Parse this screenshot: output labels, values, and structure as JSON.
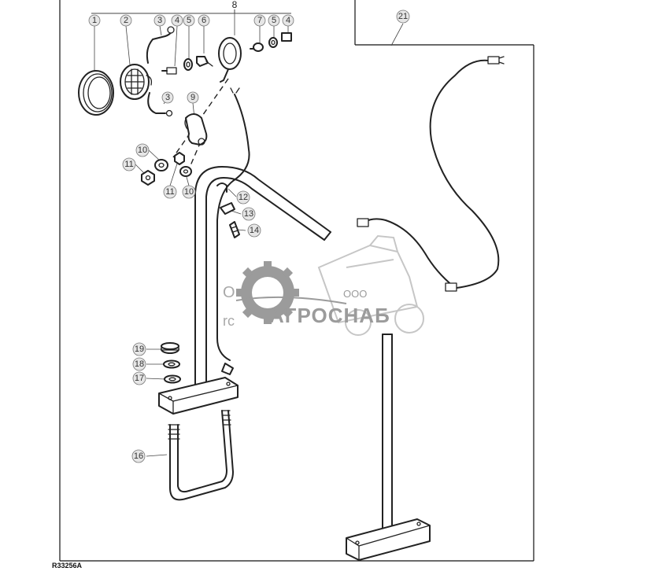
{
  "figure": {
    "reference_code": "R33256A"
  },
  "callouts": [
    {
      "id": "c1",
      "label": "1"
    },
    {
      "id": "c2",
      "label": "2"
    },
    {
      "id": "c3a",
      "label": "3"
    },
    {
      "id": "c4a",
      "label": "4"
    },
    {
      "id": "c5a",
      "label": "5"
    },
    {
      "id": "c6",
      "label": "6"
    },
    {
      "id": "c8",
      "label": "8"
    },
    {
      "id": "c7",
      "label": "7"
    },
    {
      "id": "c5b",
      "label": "5"
    },
    {
      "id": "c4b",
      "label": "4"
    },
    {
      "id": "c3b",
      "label": "3"
    },
    {
      "id": "c9",
      "label": "9"
    },
    {
      "id": "c10a",
      "label": "10"
    },
    {
      "id": "c11a",
      "label": "11"
    },
    {
      "id": "c11b",
      "label": "11"
    },
    {
      "id": "c10b",
      "label": "10"
    },
    {
      "id": "c12",
      "label": "12"
    },
    {
      "id": "c13",
      "label": "13"
    },
    {
      "id": "c14",
      "label": "14"
    },
    {
      "id": "c19",
      "label": "19"
    },
    {
      "id": "c18",
      "label": "18"
    },
    {
      "id": "c17",
      "label": "17"
    },
    {
      "id": "c16",
      "label": "16"
    },
    {
      "id": "c21",
      "label": "21"
    }
  ],
  "watermark": {
    "company_prefix": "ООО",
    "company_name": "АГРОСНАБ",
    "fragment_top": "О",
    "fragment_bottom": "rc",
    "color": "#8a8a8a"
  }
}
